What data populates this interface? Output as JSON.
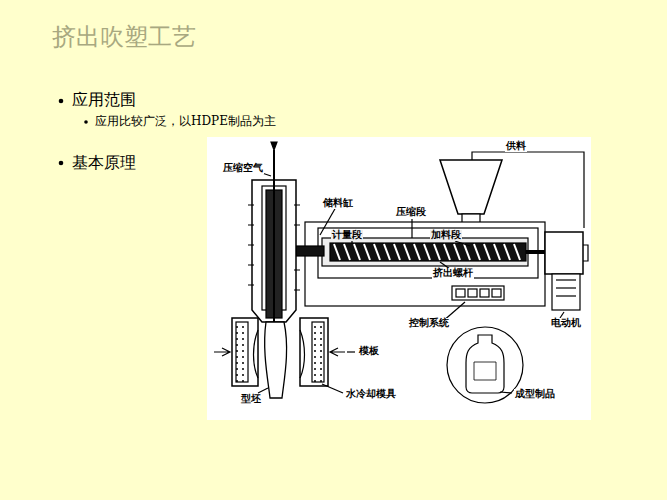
{
  "diagram": {
    "title": "挤出吹塑工艺",
    "labels": [
      "应用范围",
      "应用比较广泛，以HDPE制品为主",
      "基本原理",
      "供料",
      "压缩空气",
      "储料缸",
      "压缩段",
      "计量段",
      "加料段",
      "挤出螺杆",
      "控制系统",
      "电动机",
      "模板",
      "型坯",
      "水冷却模具",
      "成型制品"
    ]
  }
}
